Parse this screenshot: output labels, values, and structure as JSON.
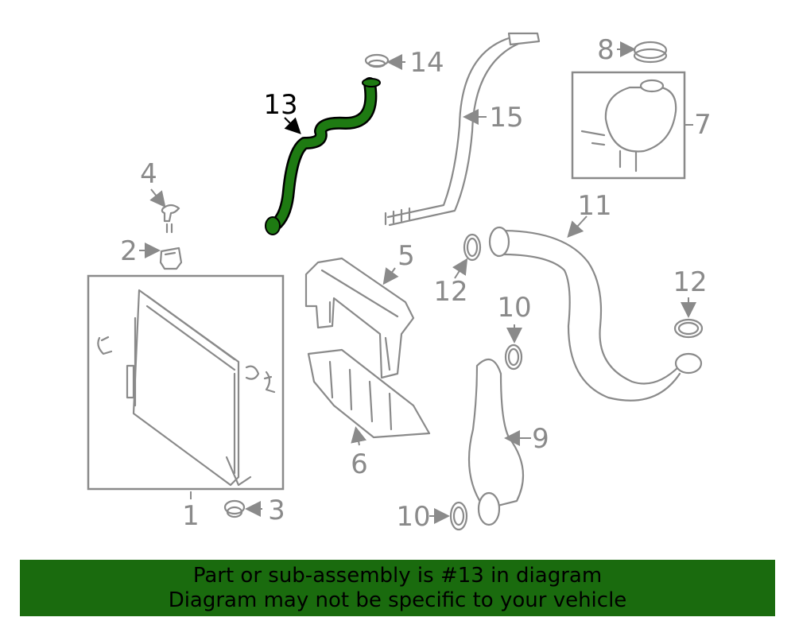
{
  "callouts": {
    "c1": "1",
    "c2": "2",
    "c3": "3",
    "c4": "4",
    "c5": "5",
    "c6": "6",
    "c7": "7",
    "c8": "8",
    "c9": "9",
    "c10a": "10",
    "c10b": "10",
    "c11": "11",
    "c12a": "12",
    "c12b": "12",
    "c13": "13",
    "c14": "14",
    "c15": "15"
  },
  "highlight": {
    "part_number": "13",
    "color": "#1e7a12"
  },
  "banner": {
    "line1": "Part or sub-assembly is #13 in diagram",
    "line2": "Diagram may not be specific to your vehicle",
    "background": "#1a6b0e"
  }
}
